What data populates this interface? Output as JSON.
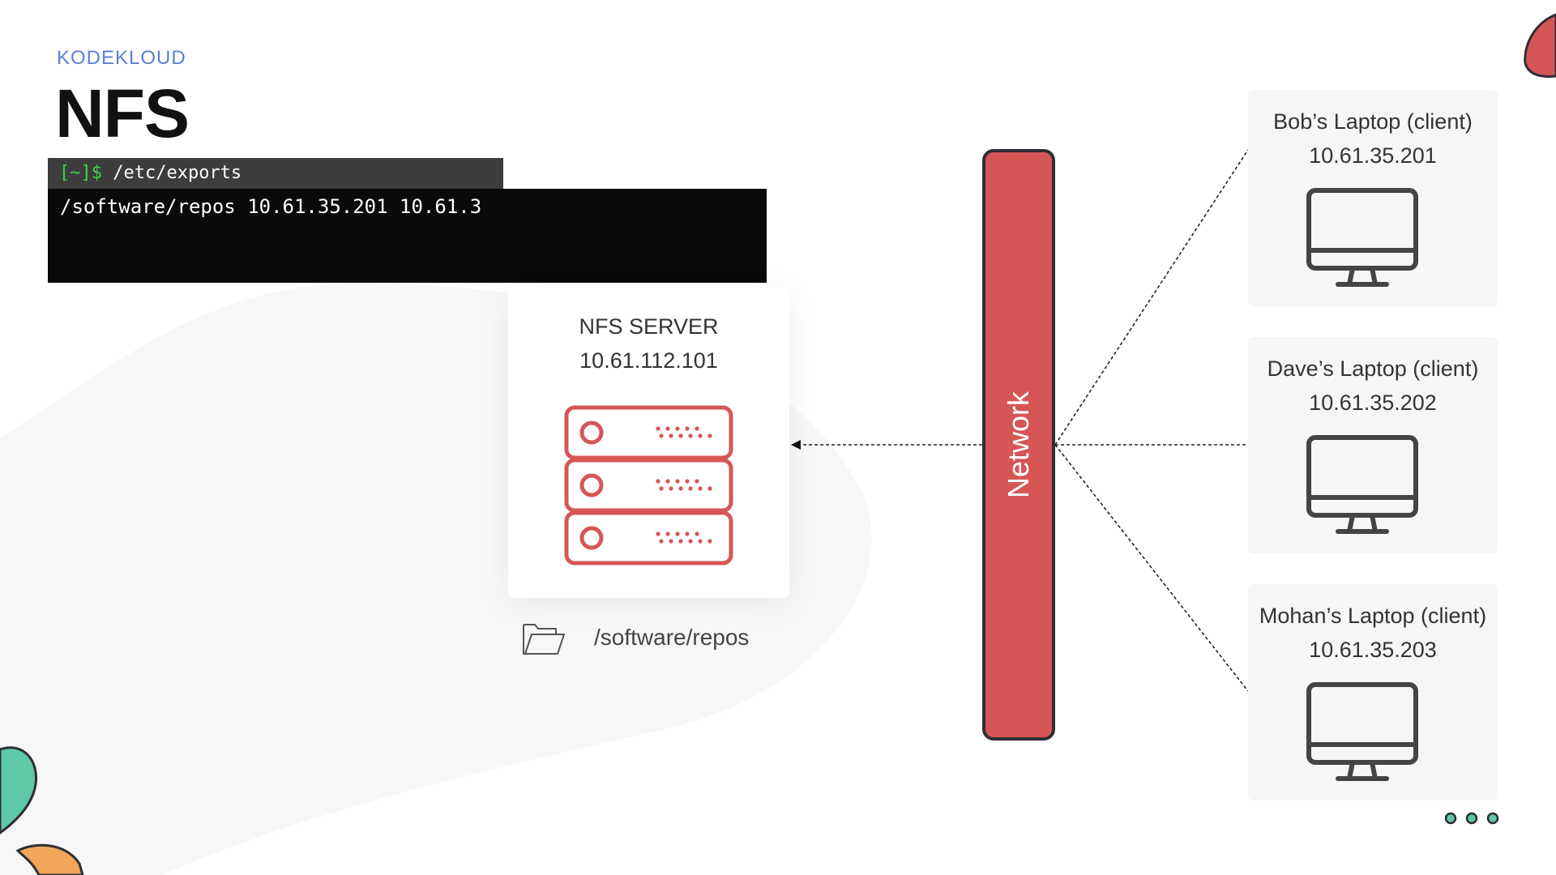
{
  "header": {
    "logo_text": "KODEKLOUD",
    "title": "NFS"
  },
  "terminal": {
    "prompt": "[~]$",
    "command": " /etc/exports",
    "output": "/software/repos 10.61.35.201 10.61.3"
  },
  "server": {
    "name": "NFS SERVER",
    "ip": "10.61.112.101",
    "share_path": "/software/repos",
    "icon": "server-rack-icon",
    "color": "#d65656"
  },
  "network": {
    "label": "Network",
    "color": "#d65656"
  },
  "clients": [
    {
      "name": "Bob’s Laptop (client)",
      "ip": "10.61.35.201",
      "icon": "monitor-icon"
    },
    {
      "name": "Dave’s Laptop (client)",
      "ip": "10.61.35.202",
      "icon": "monitor-icon"
    },
    {
      "name": "Mohan’s Laptop (client)",
      "ip": "10.61.35.203",
      "icon": "monitor-icon"
    }
  ],
  "colors": {
    "accent_red": "#d65656",
    "accent_teal": "#5ec9a6",
    "accent_orange": "#f2a65a",
    "terminal_green": "#3fd24a",
    "outline_dark": "#2e2e36"
  }
}
